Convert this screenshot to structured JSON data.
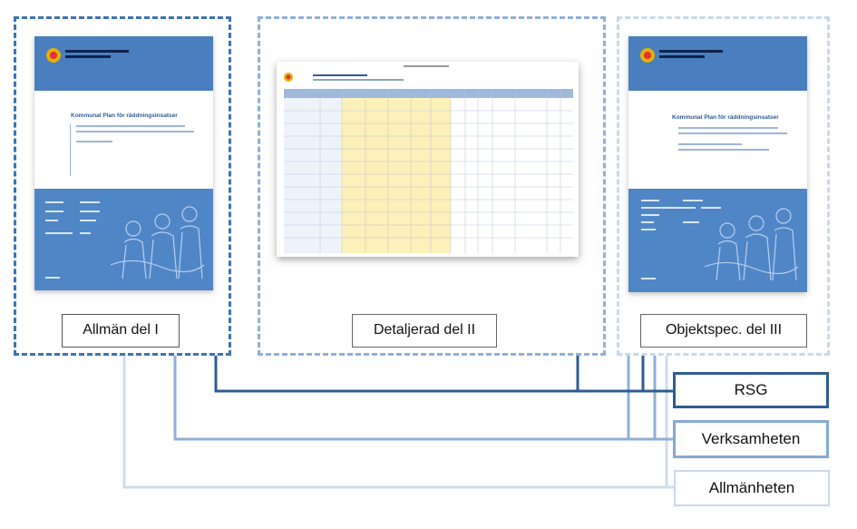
{
  "documents": [
    {
      "label": "Allmän del I",
      "cover_title": "Kommunal Plan för räddningsinsatser"
    },
    {
      "label": "Detaljerad del II"
    },
    {
      "label": "Objektspec. del III",
      "cover_title": "Kommunal Plan för räddningsinsatser"
    }
  ],
  "groups": {
    "rsg": "RSG",
    "verksamheten": "Verksamheten",
    "allmanheten": "Allmänheten"
  },
  "colors": {
    "rsg": "#2f5c93",
    "verksamheten": "#86a9d4",
    "allmanheten": "#c9d9ee",
    "cover_blue": "#4a7fbf"
  }
}
